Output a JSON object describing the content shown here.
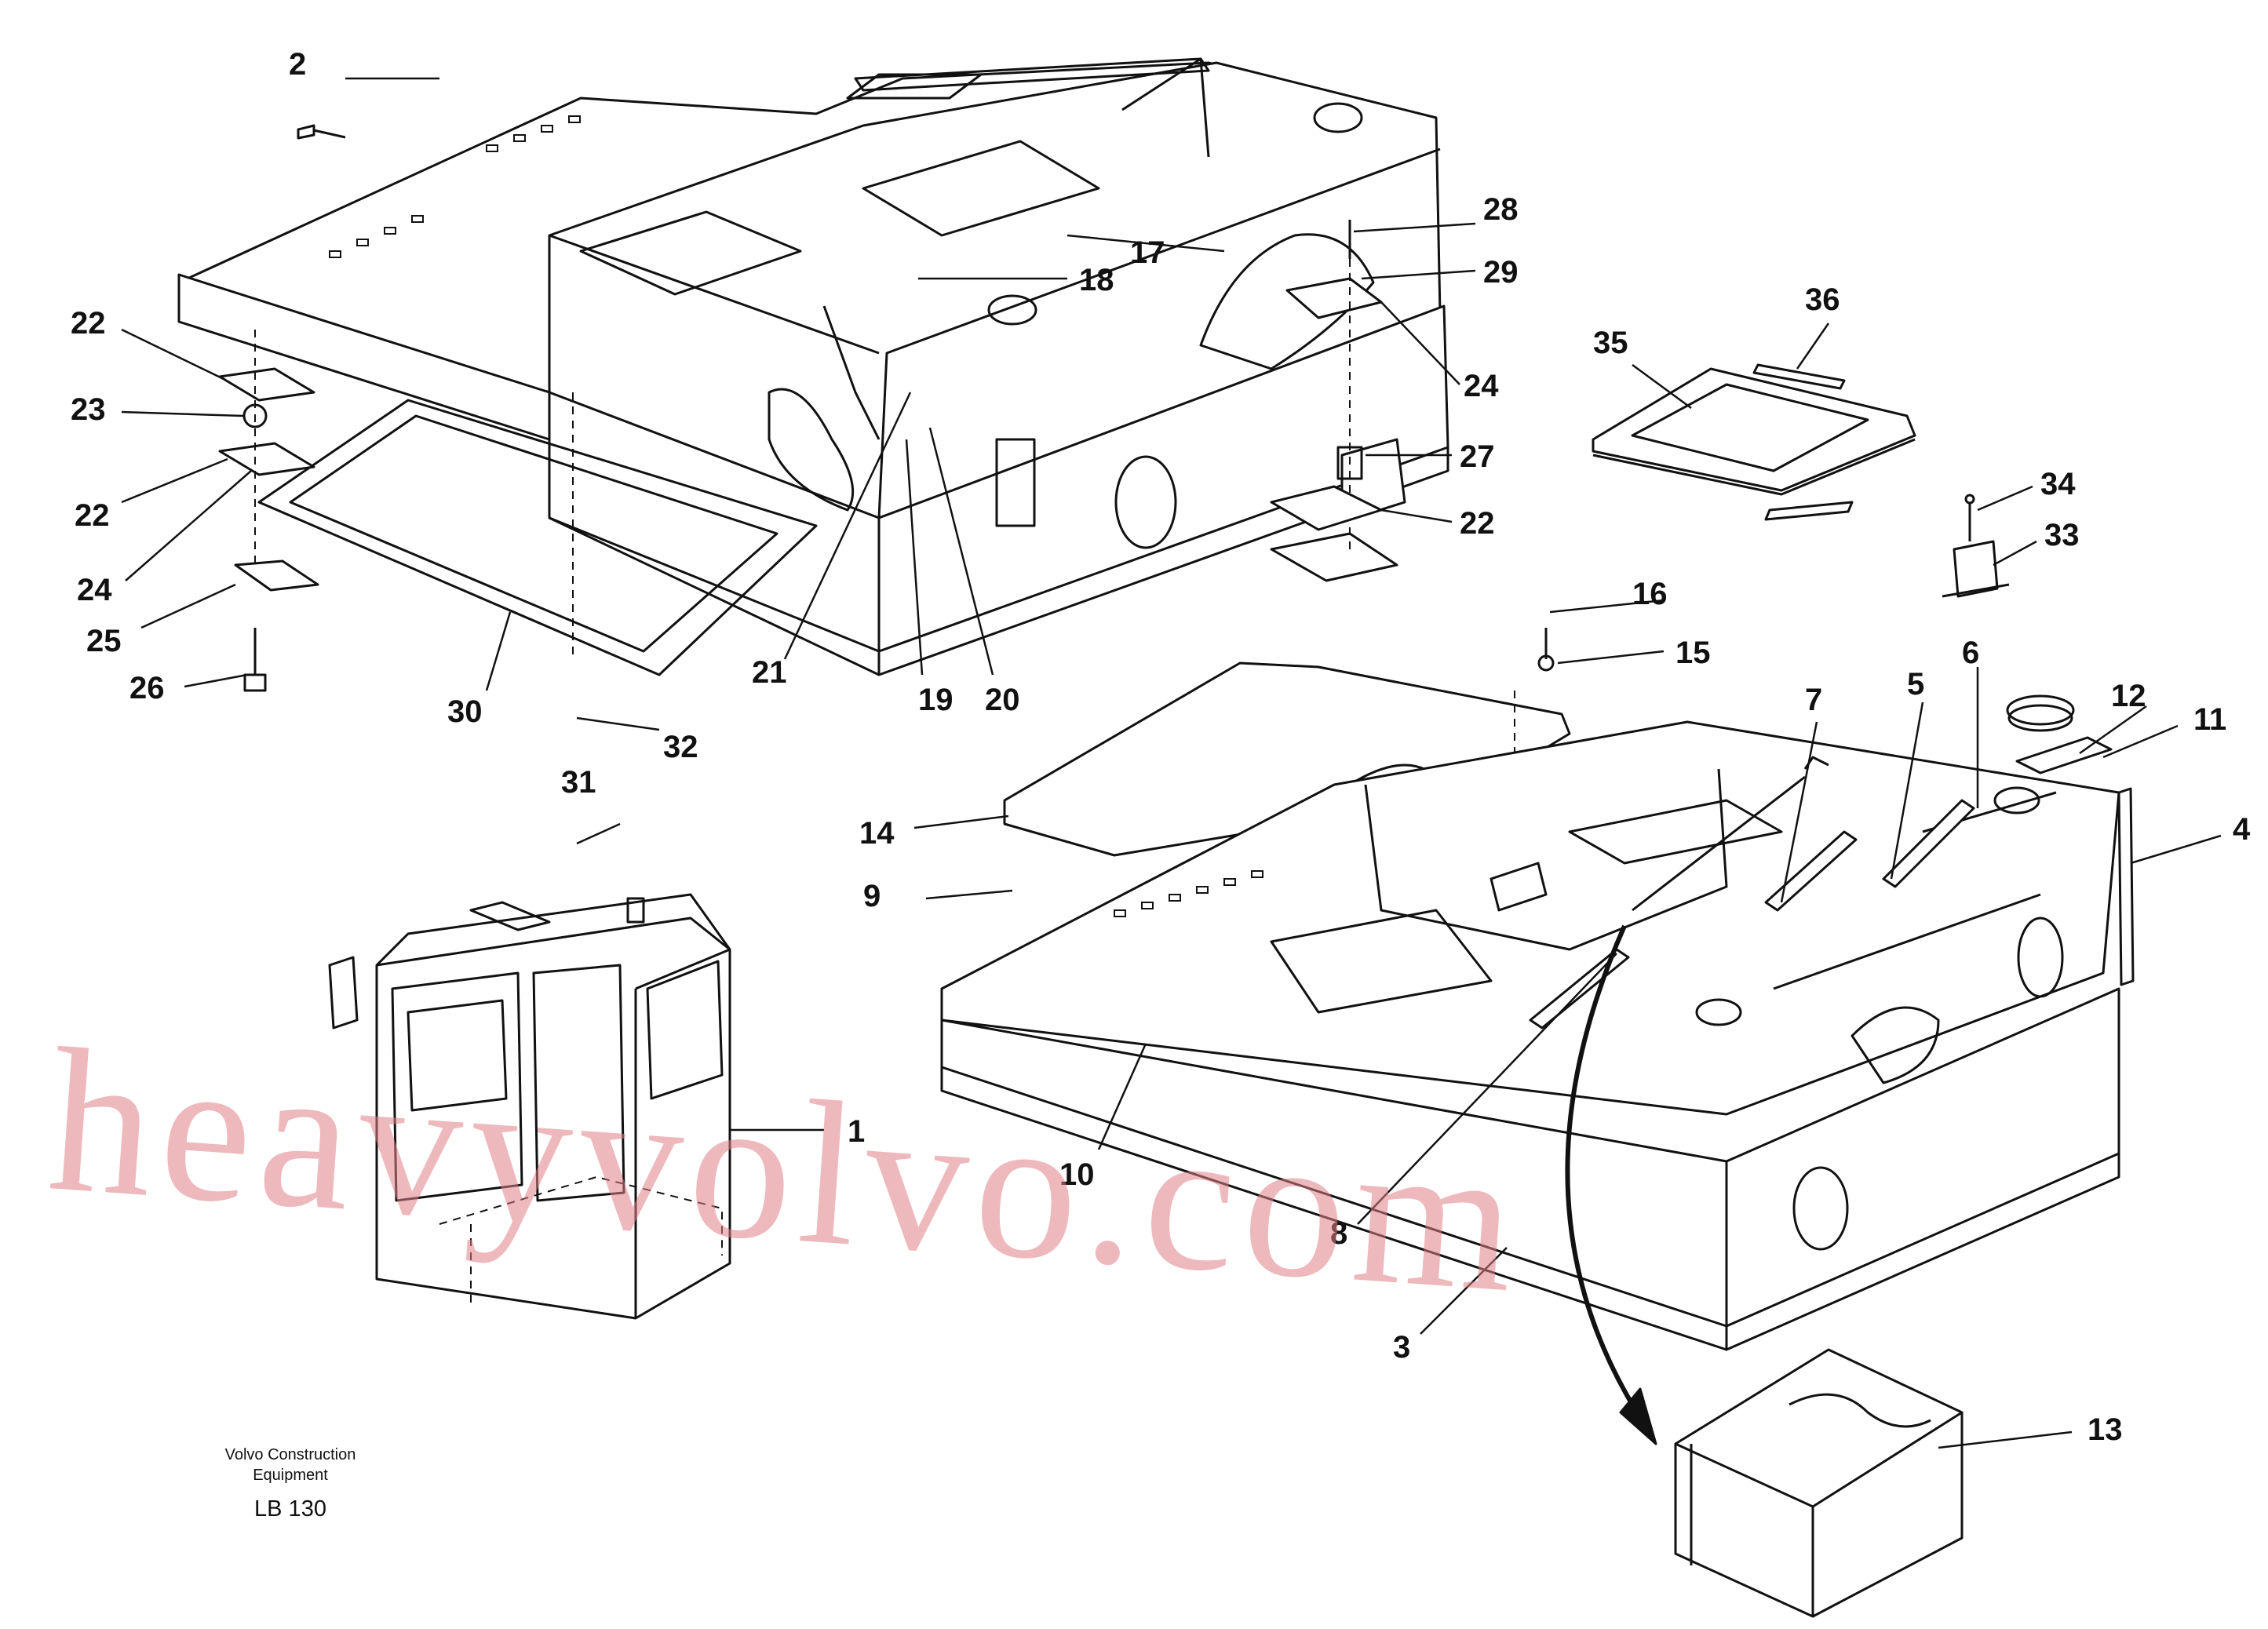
{
  "caption": {
    "company_line1": "Volvo Construction",
    "company_line2": "Equipment",
    "code": "LB 130"
  },
  "watermark": "heavyvolvo.com",
  "part_labels": [
    "1",
    "2",
    "3",
    "4",
    "5",
    "6",
    "7",
    "8",
    "9",
    "10",
    "11",
    "12",
    "13",
    "14",
    "15",
    "16",
    "17",
    "18",
    "19",
    "20",
    "21",
    "22",
    "23",
    "24",
    "25",
    "26",
    "27",
    "28",
    "29",
    "30",
    "31",
    "32",
    "33",
    "34",
    "35",
    "36"
  ],
  "assemblies": {
    "top_frame": "upper-frame-exploded",
    "bottom_frame": "lower-frame-assembly",
    "cab": "operator-cab",
    "tray": "battery-tray-detail",
    "plate": "cover-plate-36"
  }
}
